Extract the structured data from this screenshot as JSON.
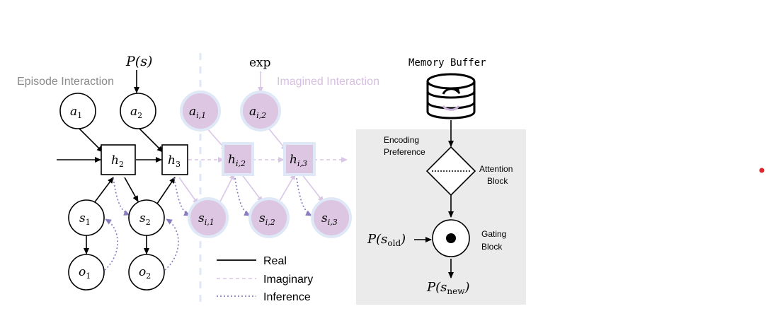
{
  "labels": {
    "episode_interaction": "Episode Interaction",
    "imagined_interaction": "Imagined Interaction",
    "memory_buffer": "Memory Buffer",
    "encoding_preference_1": "Encoding",
    "encoding_preference_2": "Preference",
    "attention_block_1": "Attention",
    "attention_block_2": "Block",
    "gating_block_1": "Gating",
    "gating_block_2": "Block"
  },
  "math": {
    "p_s": "P(s)",
    "exp": "exp",
    "p_s_old": "P(s",
    "p_s_old_sub": "old",
    "p_s_new": "P(s",
    "p_s_new_sub": "new",
    "close_paren": ")"
  },
  "nodes": {
    "a1": {
      "base": "a",
      "sub": "1"
    },
    "a2": {
      "base": "a",
      "sub": "2"
    },
    "ai1": {
      "base": "a",
      "sub": "i,1"
    },
    "ai2": {
      "base": "a",
      "sub": "i,2"
    },
    "h2": {
      "base": "h",
      "sub": "2"
    },
    "h3": {
      "base": "h",
      "sub": "3"
    },
    "hi2": {
      "base": "h",
      "sub": "i,2"
    },
    "hi3": {
      "base": "h",
      "sub": "i,3"
    },
    "s1": {
      "base": "s",
      "sub": "1"
    },
    "s2": {
      "base": "s",
      "sub": "2"
    },
    "si1": {
      "base": "s",
      "sub": "i,1"
    },
    "si2": {
      "base": "s",
      "sub": "i,2"
    },
    "si3": {
      "base": "s",
      "sub": "i,3"
    },
    "o1": {
      "base": "o",
      "sub": "1"
    },
    "o2": {
      "base": "o",
      "sub": "2"
    }
  },
  "legend": [
    {
      "label": "Real",
      "style": "solid"
    },
    {
      "label": "Imaginary",
      "style": "dashed"
    },
    {
      "label": "Inference",
      "style": "dotted"
    }
  ],
  "colors": {
    "black": "#000000",
    "gray_text": "#8a8a8a",
    "imagined_text": "#d6bfe0",
    "imagined_fill": "#dcc6e2",
    "imagined_halo": "#dfe8f6",
    "imagined_edge": "#d9c6e6",
    "inference": "#8a7cbf",
    "panel": "#ebebeb",
    "red_dot": "#e0242c"
  }
}
